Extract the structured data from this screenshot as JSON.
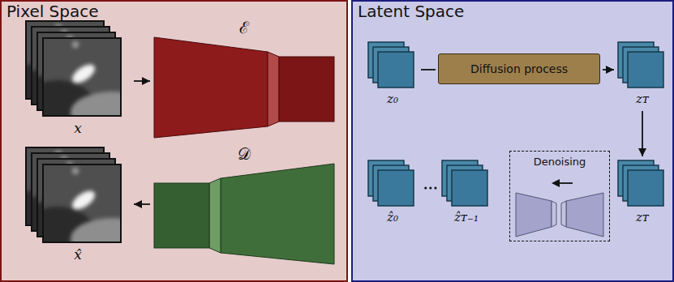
{
  "diagram": {
    "nodes": [
      {
        "text": [
          "Pixel Space"
        ]
      },
      {
        "text": [
          "x"
        ],
        "in": 0
      },
      {
        "text": [
          "ℰ"
        ],
        "in": 0
      },
      {
        "text": [
          "x̂"
        ],
        "in": 0
      },
      {
        "text": [
          "𝒟"
        ],
        "in": 0
      },
      {
        "text": [
          "Latent Space"
        ]
      },
      {
        "text": [
          "z₀"
        ],
        "in": 5
      },
      {
        "text": [
          "Diffusion process"
        ],
        "in": 5
      },
      {
        "text": [
          "zᴛ"
        ],
        "in": 5
      },
      {
        "text": [
          "ẑ₀"
        ],
        "in": 5
      },
      {
        "text": [
          "ẑᴛ₋₁"
        ],
        "in": 5
      },
      {
        "text": [
          "Denoising"
        ],
        "in": 5
      },
      {
        "text": [
          "zᴛ"
        ],
        "in": 5
      }
    ],
    "edges": [
      {
        "from": 1,
        "to": 2,
        "arrow": "to"
      },
      {
        "from": 4,
        "to": 3,
        "arrow": "to"
      },
      {
        "from": 6,
        "to": 7,
        "arrow": "none"
      },
      {
        "from": 7,
        "to": 8,
        "arrow": "to"
      },
      {
        "from": 8,
        "to": 12,
        "arrow": "to"
      },
      {
        "from": 10,
        "to": 9,
        "arrow": "none"
      }
    ]
  }
}
